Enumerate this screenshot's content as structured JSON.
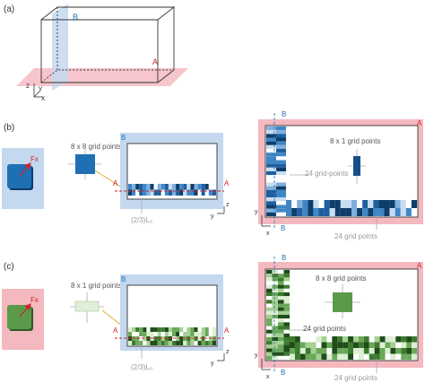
{
  "panels": {
    "a": {
      "tag": "(a)",
      "plane_b": "B",
      "plane_a": "A",
      "axes": {
        "z": "z",
        "y": "y",
        "x": "x"
      }
    },
    "b": {
      "tag": "(b)",
      "force": "Fx",
      "grid_small": "8 x 8 grid points",
      "cs_plane": "B",
      "cut_line": "A",
      "depth": "(2/3)Lₒ",
      "axes_cs": {
        "y": "y",
        "z": "z"
      },
      "plane_a": "A",
      "plane_b": "B",
      "grid_inset": "8 x 1 grid points",
      "grid_vertical": "24 grid-points",
      "grid_horizontal": "24 grid points",
      "axes_top": {
        "y": "y",
        "x": "x"
      }
    },
    "c": {
      "tag": "(c)",
      "force": "Fx",
      "grid_small": "8 x 1 grid points",
      "cs_plane": "B",
      "cut_line": "A",
      "depth": "(2/3)Lₒ",
      "axes_cs": {
        "y": "y",
        "z": "z"
      },
      "plane_a": "A",
      "plane_b": "B",
      "grid_inset": "8 x 8 grid points",
      "grid_vertical": "24 grid points",
      "grid_horizontal": "24 grid points",
      "axes_top": {
        "y": "y",
        "x": "x"
      }
    }
  },
  "colors": {
    "plane_b": "#c4d8ef",
    "plane_a": "#f4b8bf",
    "blue": "#1f6fb5",
    "blue_dark": "#164f85",
    "green": "#5a9a4a",
    "green_dark": "#2f6b2a",
    "red": "#d0212c",
    "gold": "#e0a81e",
    "grey_label": "#9a9a9a"
  }
}
